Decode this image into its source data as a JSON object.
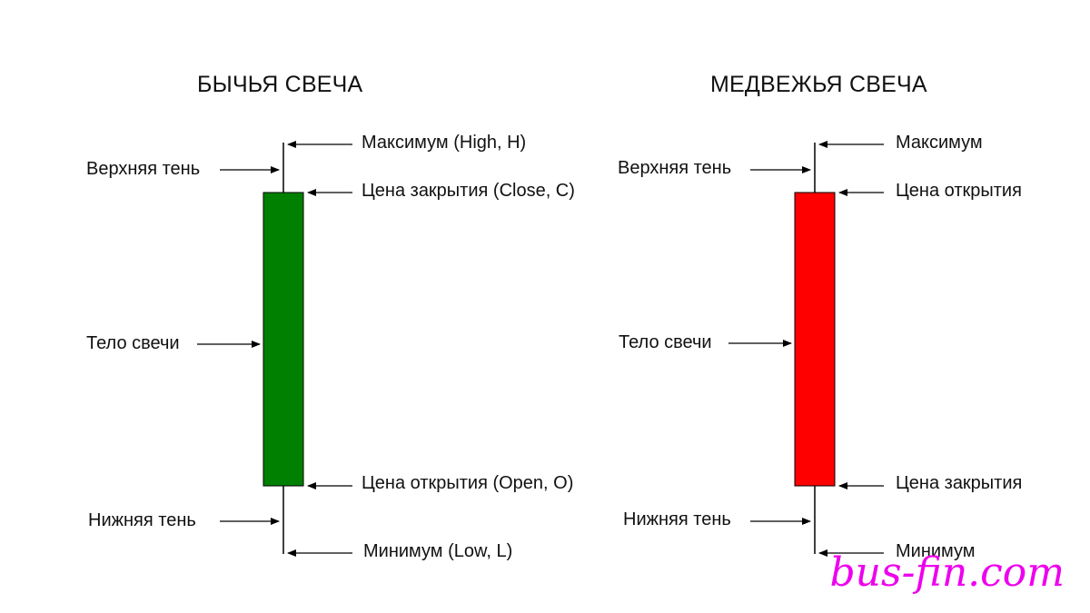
{
  "bullish": {
    "title": "БЫЧЬЯ СВЕЧА",
    "body_color": "#008000",
    "labels": {
      "upper_shadow": "Верхняя тень",
      "body": "Тело свечи",
      "lower_shadow": "Нижняя тень",
      "high": "Максимум (High, H)",
      "top_price": "Цена закрытия (Close, C)",
      "bottom_price": "Цена открытия (Open, O)",
      "low": "Минимум (Low, L)"
    }
  },
  "bearish": {
    "title": "МЕДВЕЖЬЯ СВЕЧА",
    "body_color": "#ff0000",
    "labels": {
      "upper_shadow": "Верхняя тень",
      "body": "Тело свечи",
      "lower_shadow": "Нижняя тень",
      "high": "Максимум",
      "top_price": "Цена открытия",
      "bottom_price": "Цена закрытия",
      "low": "Минимум"
    }
  },
  "watermark": "bus-fin.com",
  "line_color": "#000000"
}
